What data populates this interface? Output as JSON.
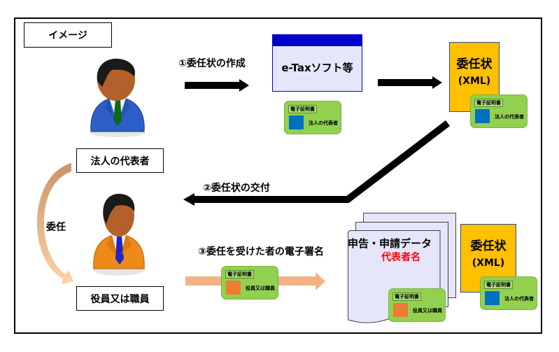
{
  "title_box": {
    "label": "イメージ"
  },
  "actors": {
    "representative": {
      "label": "法人の代表者",
      "suit_color": "#2e5fc8",
      "tie_color": "#0b6b1a"
    },
    "employee": {
      "label": "役員又は職員",
      "suit_color": "#ee8a1a",
      "tie_color": "#2323c8"
    }
  },
  "delegation_arc": {
    "label": "委任"
  },
  "steps": [
    {
      "label": "①委任状の作成"
    },
    {
      "label": "②委任状の交付"
    },
    {
      "label": "③委任を受けた者の電子署名"
    }
  ],
  "etax_software": {
    "label": "e-Taxソフト等"
  },
  "xml_docs": [
    {
      "title": "委任状",
      "subtitle": "(XML)"
    },
    {
      "title": "委任状",
      "subtitle": "(XML)"
    }
  ],
  "certificates": [
    {
      "title": "電子証明書",
      "owner": "法人の代表者",
      "color": "blue"
    },
    {
      "title": "電子証明書",
      "owner": "法人の代表者",
      "color": "blue"
    },
    {
      "title": "電子証明書",
      "owner": "役員又は職員",
      "color": "orange"
    },
    {
      "title": "電子証明書",
      "owner": "役員又は職員",
      "color": "orange"
    },
    {
      "title": "電子証明書",
      "owner": "法人の代表者",
      "color": "blue"
    }
  ],
  "data_docs": {
    "title": "申告・申請データ",
    "signer": "代表者名"
  },
  "colors": {
    "doc_yellow": "#ffc000",
    "cert_green": "#92d050",
    "etax_blue": "#0000cc",
    "highlight_red": "#ff0000",
    "flow_peach": "#f4b183"
  }
}
